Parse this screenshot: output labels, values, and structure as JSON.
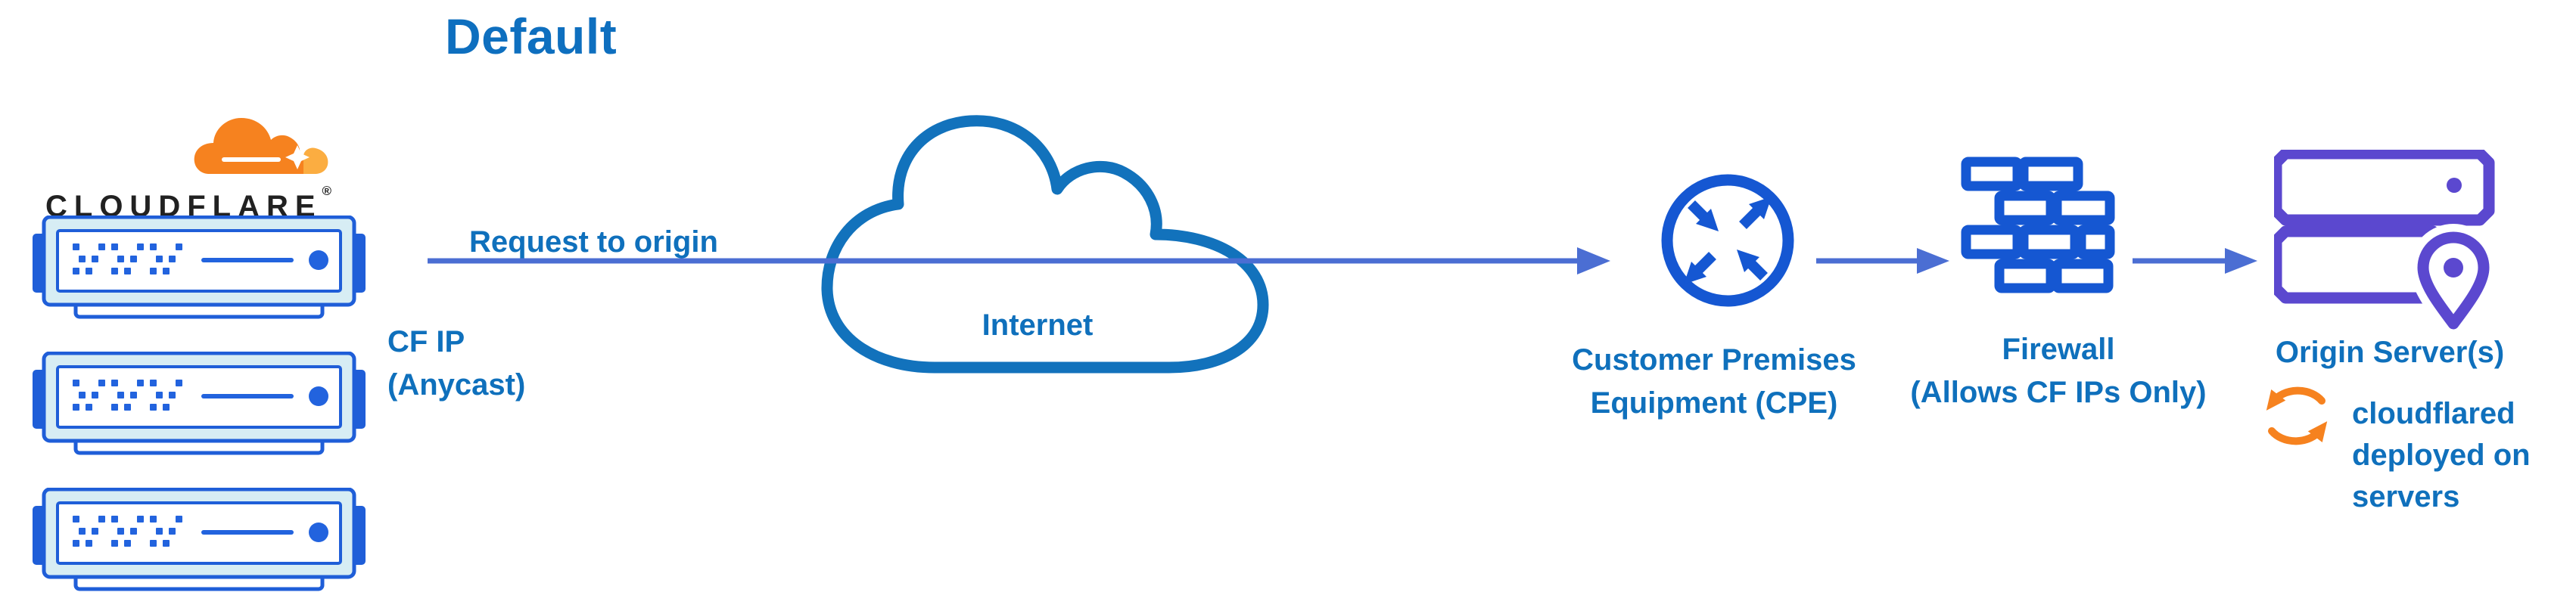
{
  "title": "Default",
  "brand": {
    "wordmark": "CLOUDFLARE",
    "registered_mark": "®"
  },
  "flow": {
    "request_label": "Request to origin",
    "cf_ip": {
      "line1": "CF IP",
      "line2": "(Anycast)"
    },
    "internet_label": "Internet",
    "cpe": {
      "line1": "Customer Premises",
      "line2": "Equipment (CPE)"
    },
    "firewall": {
      "line1": "Firewall",
      "line2": "(Allows CF IPs Only)"
    },
    "origin": {
      "label": "Origin Server(s)",
      "note": {
        "line1": "cloudflared",
        "line2": "deployed on",
        "line3": "servers"
      }
    }
  },
  "icons": {
    "brand_logo": "cloudflare-logo-icon",
    "edge_servers": "edge-server-icon",
    "internet": "internet-cloud-icon",
    "cpe": "router-arrows-icon",
    "firewall": "brick-wall-icon",
    "origin": "origin-servers-pin-icon",
    "cloudflared": "sync-arrows-icon",
    "connectors": "arrow-right-icon"
  },
  "colors": {
    "title_blue": "#0e6fbf",
    "label_blue": "#0f70bc",
    "connector_blue": "#4b6ed3",
    "icon_royal_blue": "#1557d2",
    "server_blue": "#1f5ed8",
    "server_fill": "#d7edf4",
    "cloud_stroke": "#1272bc",
    "origin_purple": "#5b48cf",
    "cf_orange": "#f6821f",
    "cf_orange_light": "#fbad41",
    "wordmark_black": "#212121",
    "background": "#ffffff"
  }
}
